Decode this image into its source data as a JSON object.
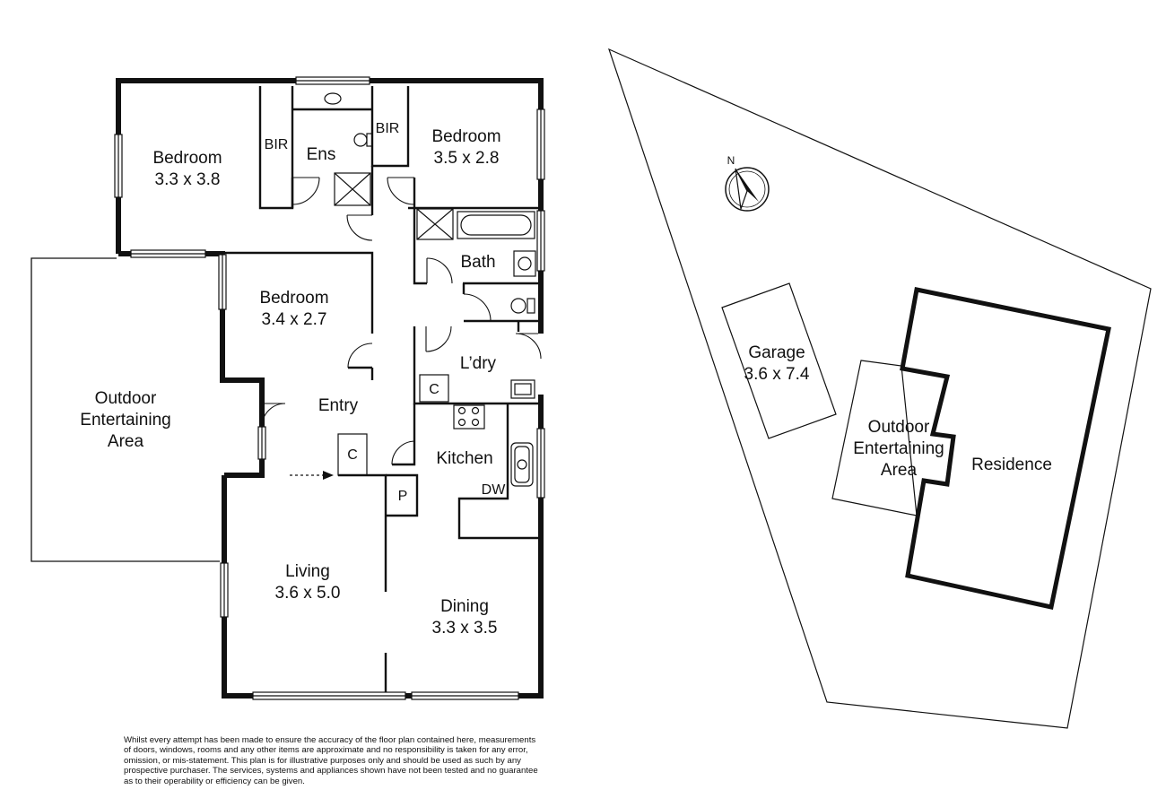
{
  "floor_plan": {
    "rooms": {
      "bedroom_main": {
        "name": "Bedroom",
        "size": "3.3 x 3.8"
      },
      "bir_left": "BIR",
      "ensuite": "Ens",
      "bir_right": "BIR",
      "bedroom_right": {
        "name": "Bedroom",
        "size": "3.5 x 2.8"
      },
      "bath": "Bath",
      "bedroom_mid": {
        "name": "Bedroom",
        "size": "3.4 x 2.7"
      },
      "laundry": "L’dry",
      "entry": "Entry",
      "outdoor": [
        "Outdoor",
        "Entertaining",
        "Area"
      ],
      "kitchen": "Kitchen",
      "dishwasher": "DW",
      "living": {
        "name": "Living",
        "size": "3.6 x 5.0"
      },
      "dining": {
        "name": "Dining",
        "size": "3.3 x 3.5"
      },
      "cupboard_laundry": "C",
      "cupboard_entry": "C",
      "pantry": "P"
    }
  },
  "site_plan": {
    "compass": "N",
    "garage": {
      "name": "Garage",
      "size": "3.6 x 7.4"
    },
    "outdoor": [
      "Outdoor",
      "Entertaining",
      "Area"
    ],
    "residence": "Residence"
  },
  "disclaimer": [
    "Whilst every attempt has been made to ensure the accuracy of the floor plan contained here, measurements",
    "of doors, windows, rooms and any other items are approximate and no responsibility is taken for any error,",
    "omission, or mis-statement.  This plan is for illustrative purposes only and should be used as such by any",
    "prospective purchaser.  The services, systems and appliances shown have not been tested and no guarantee",
    "as to their operability or efficiency can be given."
  ],
  "colors": {
    "ink": "#111111",
    "paper": "#ffffff"
  }
}
